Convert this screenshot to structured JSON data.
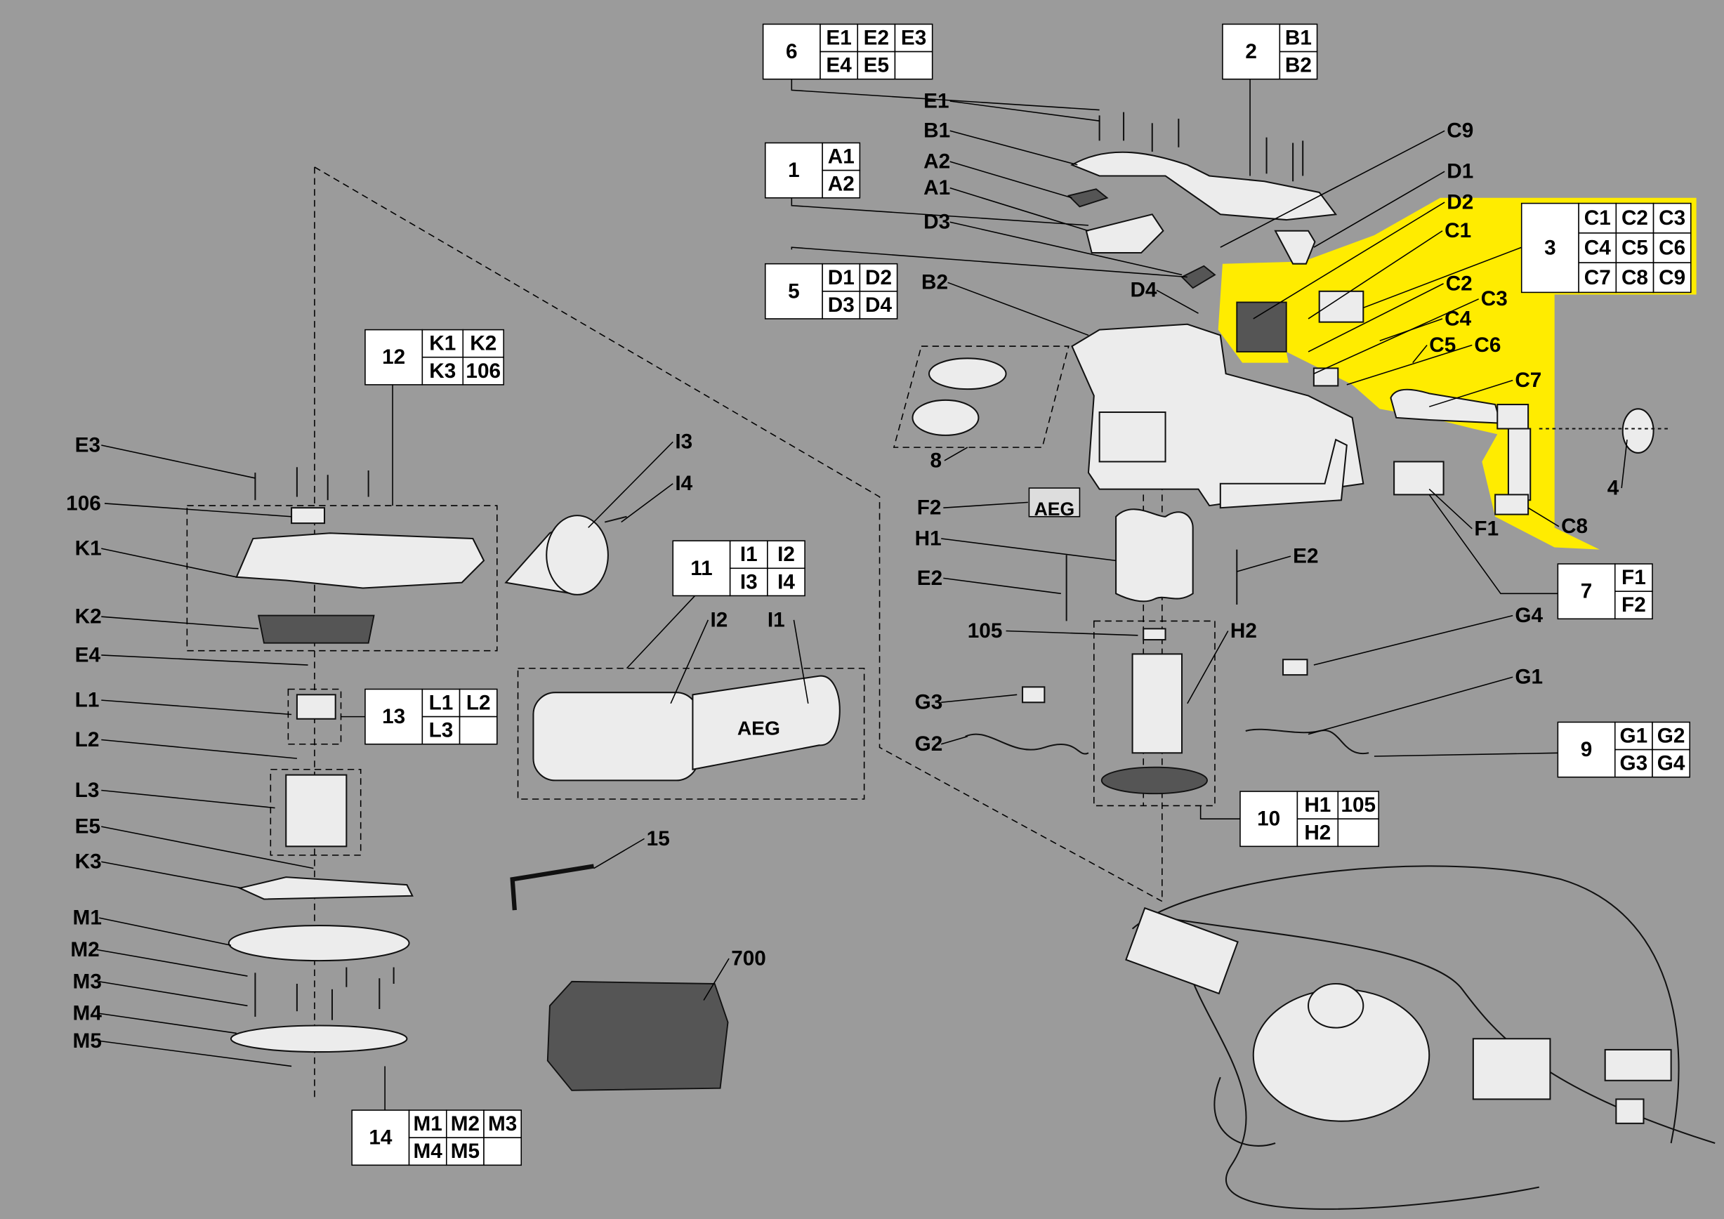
{
  "colors": {
    "background": "#9b9b9b",
    "highlight": "#ffec00",
    "table_fill": "#ffffff",
    "ink": "#000000"
  },
  "brand": {
    "badge": "AEG",
    "tube_text": "AEG"
  },
  "tables": [
    {
      "id": "t6",
      "number": "6",
      "parts": [
        [
          "E1",
          "E2",
          "E3"
        ],
        [
          "E4",
          "E5",
          ""
        ]
      ]
    },
    {
      "id": "t2",
      "number": "2",
      "parts": [
        [
          "B1"
        ],
        [
          "B2"
        ]
      ]
    },
    {
      "id": "t1",
      "number": "1",
      "parts": [
        [
          "A1"
        ],
        [
          "A2"
        ]
      ]
    },
    {
      "id": "t5",
      "number": "5",
      "parts": [
        [
          "D1",
          "D2"
        ],
        [
          "D3",
          "D4"
        ]
      ]
    },
    {
      "id": "t12",
      "number": "12",
      "parts": [
        [
          "K1",
          "K2"
        ],
        [
          "K3",
          "106"
        ]
      ]
    },
    {
      "id": "t3",
      "number": "3",
      "parts": [
        [
          "C1",
          "C2",
          "C3"
        ],
        [
          "C4",
          "C5",
          "C6"
        ],
        [
          "C7",
          "C8",
          "C9"
        ]
      ]
    },
    {
      "id": "t11",
      "number": "11",
      "parts": [
        [
          "I1",
          "I2"
        ],
        [
          "I3",
          "I4"
        ]
      ]
    },
    {
      "id": "t13",
      "number": "13",
      "parts": [
        [
          "L1",
          "L2"
        ],
        [
          "L3",
          ""
        ]
      ]
    },
    {
      "id": "t7",
      "number": "7",
      "parts": [
        [
          "F1"
        ],
        [
          "F2"
        ]
      ]
    },
    {
      "id": "t9",
      "number": "9",
      "parts": [
        [
          "G1",
          "G2"
        ],
        [
          "G3",
          "G4"
        ]
      ]
    },
    {
      "id": "t10",
      "number": "10",
      "parts": [
        [
          "H1",
          "105"
        ],
        [
          "H2",
          ""
        ]
      ]
    },
    {
      "id": "t14",
      "number": "14",
      "parts": [
        [
          "M1",
          "M2",
          "M3"
        ],
        [
          "M4",
          "M5",
          ""
        ]
      ]
    }
  ],
  "callouts": [
    "E1",
    "B1",
    "A2",
    "A1",
    "D3",
    "B2",
    "D4",
    "F2",
    "H1",
    "E2",
    "105",
    "G3",
    "G2",
    "C9",
    "D1",
    "D2",
    "C1",
    "C2",
    "C3",
    "C4",
    "C5",
    "C6",
    "C7",
    "C8",
    "4",
    "F1",
    "E2",
    "H2",
    "G4",
    "G1",
    "8",
    "E3",
    "106",
    "K1",
    "K2",
    "E4",
    "L1",
    "L2",
    "L3",
    "E5",
    "K3",
    "M1",
    "M2",
    "M3",
    "M4",
    "M5",
    "I3",
    "I4",
    "I2",
    "I1",
    "15",
    "700"
  ]
}
